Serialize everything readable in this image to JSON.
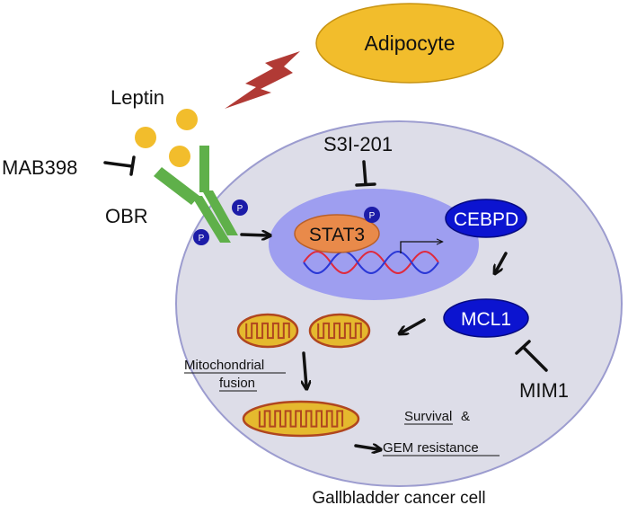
{
  "labels": {
    "adipocyte": "Adipocyte",
    "leptin": "Leptin",
    "mab398": "MAB398",
    "obr": "OBR",
    "s3i201": "S3I-201",
    "stat3": "STAT3",
    "cebpd": "CEBPD",
    "mcl1": "MCL1",
    "mim1": "MIM1",
    "mito_fusion_line1": "Mitochondrial",
    "mito_fusion_line2": "fusion",
    "survival": "Survival",
    "ampersand": "&",
    "gem_resistance": "GEM resistance",
    "cell": "Gallbladder cancer cell",
    "phospho": "P"
  },
  "colors": {
    "adipocyte_fill": "#f2bd2c",
    "adipocyte_stroke": "#c89412",
    "leptin": "#f2bd2c",
    "lightning": "#b13a35",
    "cell_fill": "#dddde8",
    "cell_stroke": "#9c9ccf",
    "nucleus": "#9e9ef0",
    "receptor": "#5fb04a",
    "phospho": "#1c1ca8",
    "stat3_fill": "#e98a4a",
    "stat3_stroke": "#b9602a",
    "protein_fill": "#0c14d0",
    "protein_stroke": "#060a80",
    "mito_fill": "#e5b92e",
    "mito_stroke": "#b0461f",
    "dna_red": "#e0293c",
    "dna_blue": "#2a37d6",
    "arrow": "#111111"
  }
}
